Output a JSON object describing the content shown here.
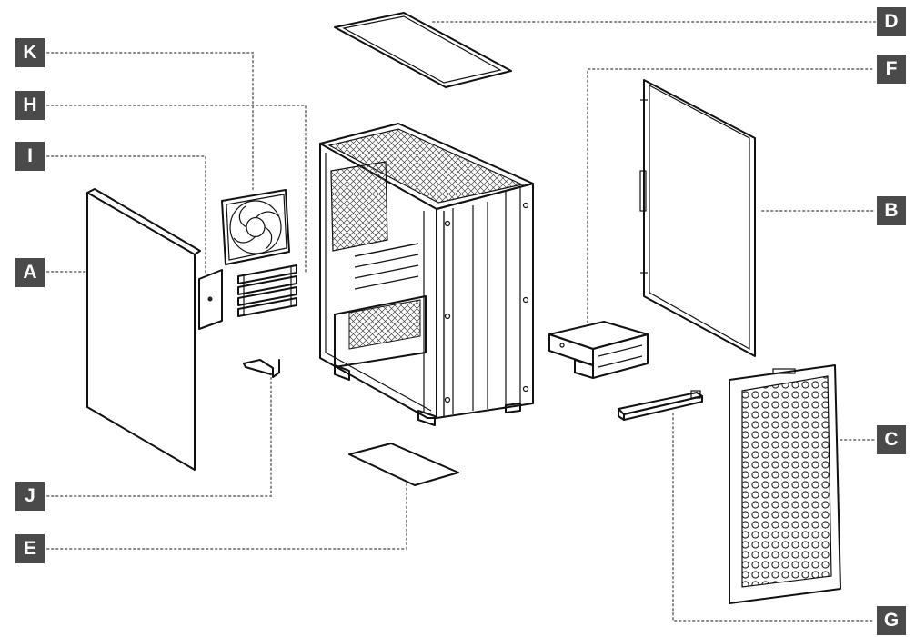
{
  "labels": {
    "A": "A",
    "B": "B",
    "C": "C",
    "D": "D",
    "E": "E",
    "F": "F",
    "G": "G",
    "H": "H",
    "I": "I",
    "J": "J",
    "K": "K"
  },
  "colors": {
    "label_bg": "#4a4a4a",
    "label_text": "#ffffff",
    "line": "#111111",
    "leader": "#8a8a8a"
  }
}
